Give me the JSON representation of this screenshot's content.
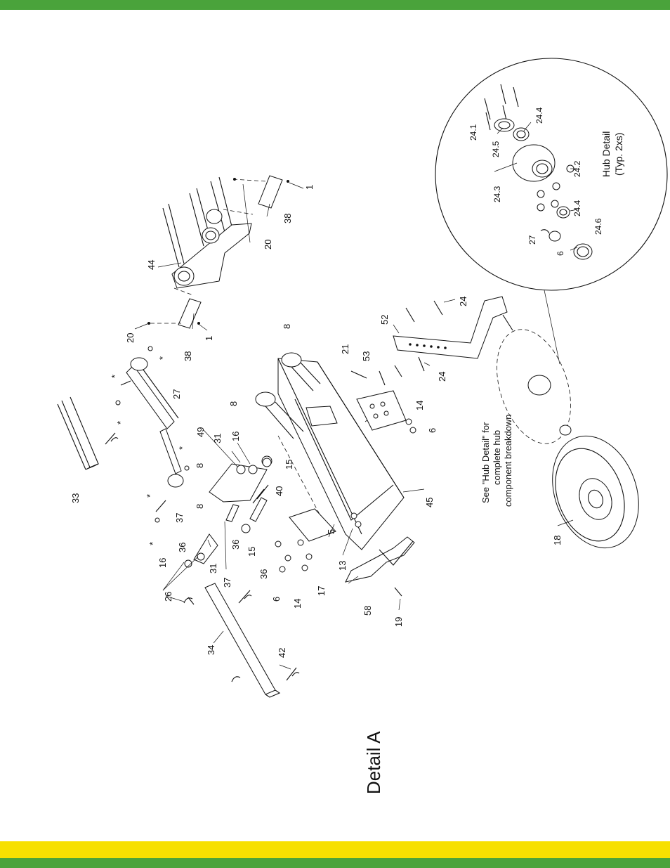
{
  "title": "Detail A",
  "hub_detail": {
    "title": "Hub Detail",
    "subtitle": "(Typ. 2xs)"
  },
  "hub_note": [
    "See \"Hub Detail\" for",
    "complete hub",
    "component breakdown"
  ],
  "callouts": {
    "c1a": "1",
    "c1b": "1",
    "c5": "5",
    "c6a": "6",
    "c6b": "6",
    "c8a": "8",
    "c8b": "8",
    "c8c": "8",
    "c8d": "8",
    "c13": "13",
    "c14a": "14",
    "c14b": "14",
    "c15a": "15",
    "c15b": "15",
    "c16a": "16",
    "c16b": "16",
    "c17": "17",
    "c18": "18",
    "c19": "19",
    "c20a": "20",
    "c20b": "20",
    "c21": "21",
    "c24a": "24",
    "c24b": "24",
    "c26": "26",
    "c27": "27",
    "c31a": "31",
    "c31b": "31",
    "c33": "33",
    "c34": "34",
    "c36a": "36",
    "c36b": "36",
    "c36c": "36",
    "c37a": "37",
    "c37b": "37",
    "c38a": "38",
    "c38b": "38",
    "c40": "40",
    "c42": "42",
    "c44": "44",
    "c45": "45",
    "c49": "49",
    "c52": "52",
    "c53": "53",
    "c58": "58",
    "s1": "*",
    "s2": "*",
    "s3": "*",
    "s4": "*",
    "s5": "*",
    "s6": "*",
    "h241": "24.1",
    "h242": "24.2",
    "h243": "24.3",
    "h244a": "24.4",
    "h244b": "24.4",
    "h245": "24.5",
    "h246": "24.6",
    "h27": "27",
    "h6": "6"
  }
}
